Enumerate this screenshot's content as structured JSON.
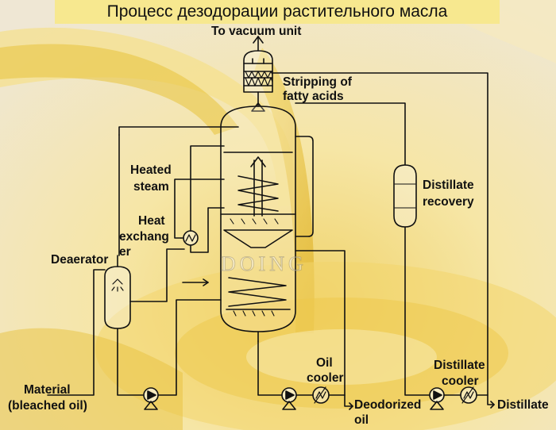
{
  "title": "Процесс дезодорации растительного масла",
  "watermark": "DOING",
  "labels": {
    "vacuum": "To vacuum unit",
    "stripping_1": "Stripping of",
    "stripping_2": "fatty acids",
    "heated_1": "Heated",
    "heated_2": "steam",
    "heat_ex_1": "Heat",
    "heat_ex_2": "exchang",
    "heat_ex_3": "er",
    "deaerator": "Deaerator",
    "distillate_recovery_1": "Distillate",
    "distillate_recovery_2": "recovery",
    "oil_cooler_1": "Oil",
    "oil_cooler_2": "cooler",
    "distillate_cooler_1": "Distillate",
    "distillate_cooler_2": "cooler",
    "material_1": "Material",
    "material_2": "(bleached oil)",
    "deodorized_1": "Deodorized",
    "deodorized_2": "oil",
    "distillate": "Distillate"
  },
  "colors": {
    "line": "#111111",
    "title_bg": "#f7e88f",
    "oil_gold": "#e9c53a"
  }
}
